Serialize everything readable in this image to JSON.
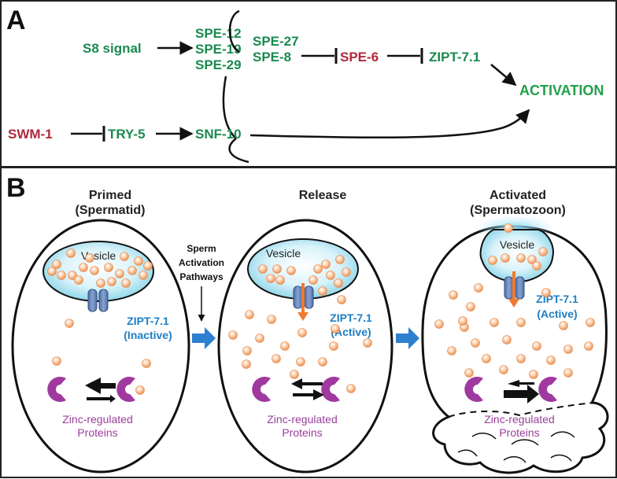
{
  "panel_a": {
    "letter": "A",
    "s8_signal": "S8 signal",
    "spe12": "SPE-12",
    "spe19": "SPE-19",
    "spe29": "SPE-29",
    "spe27": "SPE-27",
    "spe8": "SPE-8",
    "spe6": "SPE-6",
    "zipt": "ZIPT-7.1",
    "activation": "ACTIVATION",
    "swm1": "SWM-1",
    "try5": "TRY-5",
    "snf10": "SNF-10"
  },
  "panel_b": {
    "letter": "B",
    "cell1_title_1": "Primed",
    "cell1_title_2": "(Spermatid)",
    "cell2_title": "Release",
    "cell3_title_1": "Activated",
    "cell3_title_2": "(Spermatozoon)",
    "pathway_1": "Sperm",
    "pathway_2": "Activation",
    "pathway_3": "Pathways",
    "vesicle": "Vesicle",
    "zipt": "ZIPT-7.1",
    "inactive": "(Inactive)",
    "active": "(Active)",
    "zrp_1": "Zinc-regulated",
    "zrp_2": "Proteins"
  },
  "colors": {
    "green_label": "#1a8a4f",
    "red_label": "#b0283c",
    "zipt_blue": "#1e7fc4",
    "protein_purple": "#a0399f",
    "arrow_blue": "#2f7fd0",
    "zinc_orange": "#f2a36a"
  }
}
